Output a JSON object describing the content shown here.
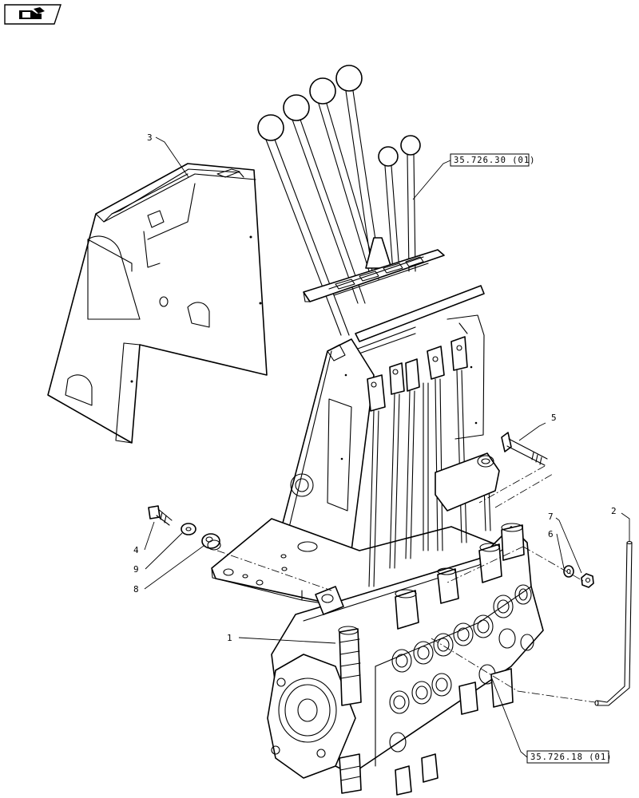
{
  "callouts": [
    {
      "id": "1",
      "label": "1"
    },
    {
      "id": "2",
      "label": "2"
    },
    {
      "id": "3",
      "label": "3"
    },
    {
      "id": "4",
      "label": "4"
    },
    {
      "id": "5",
      "label": "5"
    },
    {
      "id": "6",
      "label": "6"
    },
    {
      "id": "7",
      "label": "7"
    },
    {
      "id": "8",
      "label": "8"
    },
    {
      "id": "9",
      "label": "9"
    }
  ],
  "references": {
    "top": "35.726.30 (01)",
    "bottom": "35.726.18 (01)"
  },
  "icons": {
    "corner": "book-hand-icon"
  }
}
